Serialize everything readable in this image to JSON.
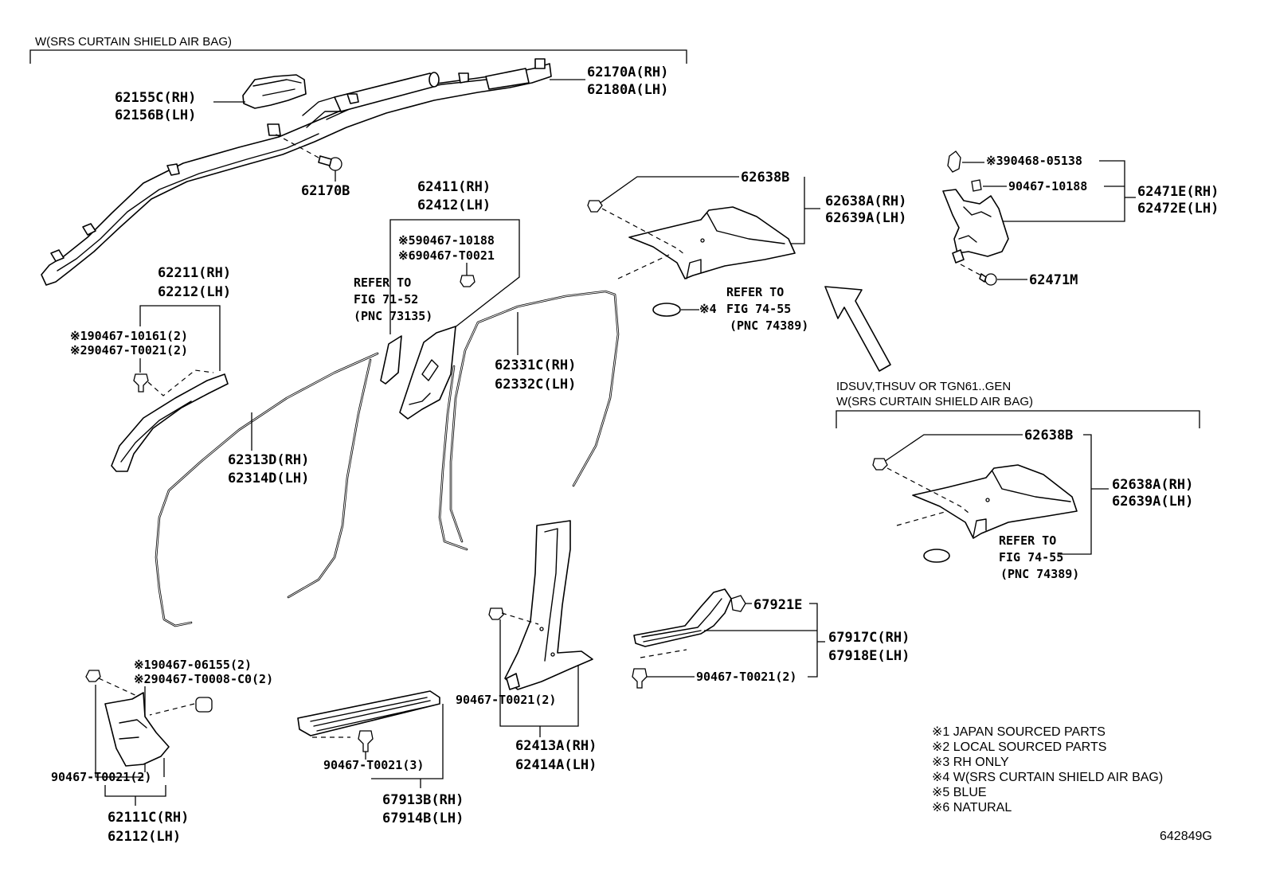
{
  "conditions": {
    "top": "W(SRS CURTAIN SHIELD AIR BAG)",
    "right_line1": "IDSUV,THSUV OR TGN61..GEN",
    "right_line2": "W(SRS CURTAIN SHIELD AIR BAG)"
  },
  "labels": {
    "airbag_bracket_rh": "62155C(RH)",
    "airbag_bracket_lh": "62156B(LH)",
    "airbag_rh": "62170A(RH)",
    "airbag_lh": "62180A(LH)",
    "airbag_bolt": "62170B",
    "center_pillar_upper_rh": "62411(RH)",
    "center_pillar_upper_lh": "62412(LH)",
    "center_pillar_clip_blue": "※590467-10188",
    "center_pillar_clip_natural": "※690467-T0021",
    "refer_a_1": "REFER TO",
    "refer_a_2": "FIG 71-52",
    "refer_a_3": "(PNC 73135)",
    "front_pillar_rh": "62211(RH)",
    "front_pillar_lh": "62212(LH)",
    "front_pillar_clip_jp": "※190467-10161(2)",
    "front_pillar_clip_local": "※290467-T0021(2)",
    "front_weatherstrip_rh": "62313D(RH)",
    "front_weatherstrip_lh": "62314D(LH)",
    "rear_weatherstrip_rh": "62331C(RH)",
    "rear_weatherstrip_lh": "62332C(LH)",
    "roof_side_clip": "62638B",
    "roof_side_rh": "62638A(RH)",
    "roof_side_lh": "62639A(LH)",
    "refer_b_1": "REFER TO",
    "refer_b_note": "※4",
    "refer_b_2": "FIG 74-55",
    "refer_b_3": "(PNC 74389)",
    "quarter_clip_a": "※390468-05138",
    "quarter_clip_b": "90467-10188",
    "quarter_rh": "62471E(RH)",
    "quarter_lh": "62472E(LH)",
    "quarter_screw": "62471M",
    "roof_side2_clip": "62638B",
    "roof_side2_rh": "62638A(RH)",
    "roof_side2_lh": "62639A(LH)",
    "refer_c_1": "REFER TO",
    "refer_c_2": "FIG 74-55",
    "refer_c_3": "(PNC 74389)",
    "cowl_clip_jp": "※190467-06155(2)",
    "cowl_clip_local": "※290467-T0008-C0(2)",
    "cowl_clip": "90467-T0021(2)",
    "cowl_rh": "62111C(RH)",
    "cowl_lh": "62112(LH)",
    "front_scuff_clip": "90467-T0021(3)",
    "front_scuff_rh": "67913B(RH)",
    "front_scuff_lh": "67914B(LH)",
    "lower_pillar_clip": "90467-T0021(2)",
    "lower_pillar_rh": "62413A(RH)",
    "lower_pillar_lh": "62414A(LH)",
    "rear_scuff_pad": "67921E",
    "rear_scuff_rh": "67917C(RH)",
    "rear_scuff_lh": "67918E(LH)",
    "rear_scuff_clip": "90467-T0021(2)"
  },
  "notes": [
    "※1 JAPAN SOURCED PARTS",
    "※2 LOCAL SOURCED PARTS",
    "※3 RH ONLY",
    "※4 W(SRS CURTAIN SHIELD AIR BAG)",
    "※5 BLUE",
    "※6 NATURAL"
  ],
  "figure_code": "642849G"
}
